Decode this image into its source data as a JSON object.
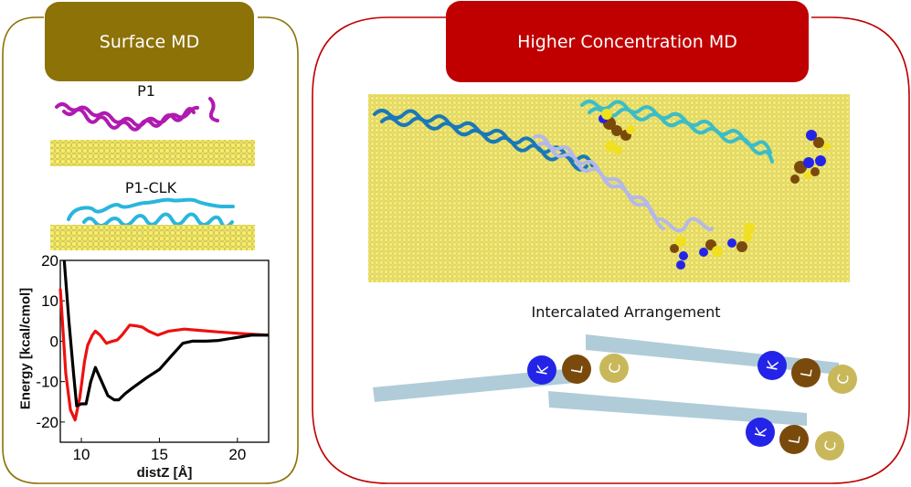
{
  "left_panel": {
    "title": "Surface MD",
    "accent_color": "#8c7207",
    "structures": [
      {
        "label": "P1",
        "color": "#b01ab0"
      },
      {
        "label": "P1-CLK",
        "color": "#2ab6dc"
      }
    ],
    "surface_color": "#f2e85a"
  },
  "right_panel": {
    "title": "Higher Concentration MD",
    "accent_color": "#c00000",
    "simulation_caption": "",
    "diagram_title": "Intercalated Arrangement",
    "residues": [
      {
        "letter": "K",
        "color": "#2424e8"
      },
      {
        "letter": "L",
        "color": "#7a4a0c"
      },
      {
        "letter": "C",
        "color": "#c8b85a"
      }
    ],
    "bar_color": "#b0ccd8",
    "helix_colors": [
      "#1a78b8",
      "#3cbcc8",
      "#b4b8e8"
    ]
  },
  "chart_data": {
    "type": "line",
    "title": "",
    "xlabel": "distZ [Å]",
    "ylabel": "Energy [kcal/cmol]",
    "xlim": [
      8.65,
      22
    ],
    "ylim": [
      -25,
      20
    ],
    "xticks": [
      10,
      15,
      20
    ],
    "yticks": [
      20,
      10,
      0,
      -10,
      -20
    ],
    "grid": false,
    "legend": "none",
    "series": [
      {
        "name": "P1-CLK",
        "color": "#ee1010",
        "x": [
          8.65,
          9.0,
          9.3,
          9.6,
          9.9,
          10.2,
          10.4,
          10.7,
          10.9,
          11.2,
          11.6,
          12.0,
          12.3,
          12.6,
          13.1,
          13.5,
          13.9,
          14.3,
          14.9,
          15.6,
          16.6,
          17.5,
          18.8,
          20.6,
          22.0
        ],
        "y": [
          13,
          -8,
          -17,
          -19.5,
          -14,
          -5,
          -1,
          1.5,
          2.5,
          1.5,
          -0.5,
          0,
          0.3,
          1.5,
          4,
          3.8,
          3.5,
          2.5,
          1.5,
          2.5,
          3,
          2.7,
          2.3,
          1.8,
          1.5
        ]
      },
      {
        "name": "P1",
        "color": "#000000",
        "x": [
          8.9,
          9.2,
          9.5,
          9.7,
          10.0,
          10.3,
          10.6,
          10.9,
          11.3,
          11.7,
          12.1,
          12.4,
          12.8,
          13.3,
          14.2,
          15.0,
          15.8,
          16.5,
          17.1,
          18.0,
          18.8,
          20.1,
          20.9,
          22.0
        ],
        "y": [
          20,
          5,
          -8,
          -16,
          -15.5,
          -15.5,
          -10,
          -6.5,
          -10,
          -13.5,
          -14.5,
          -14.5,
          -13,
          -11.5,
          -9,
          -7,
          -3.5,
          -0.5,
          0,
          0,
          0.2,
          1,
          1.5,
          1.5
        ]
      }
    ]
  }
}
